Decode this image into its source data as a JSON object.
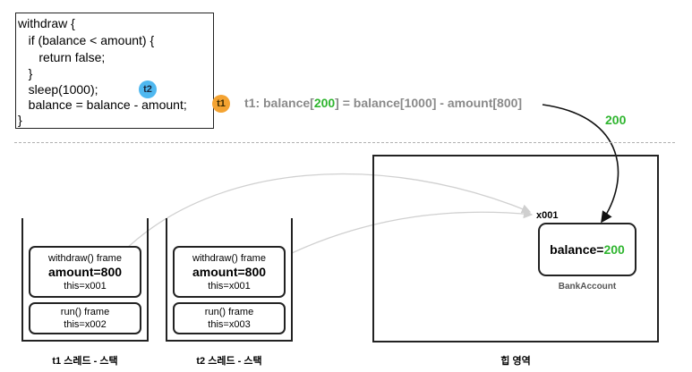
{
  "code": {
    "lines": [
      "withdraw {",
      "   if (balance < amount) {",
      "      return false;",
      "   }",
      "   sleep(1000);",
      "   balance = balance - amount;",
      "}"
    ]
  },
  "badges": {
    "t2": "t2",
    "t1": "t1"
  },
  "formula": {
    "prefix": "t1: balance[",
    "result": "200",
    "suffix": "] = balance[1000] - amount[800]"
  },
  "arrow_value": "200",
  "stacks": [
    {
      "label": "t1 스레드 - 스택",
      "withdraw_frame": {
        "title": "withdraw() frame",
        "amount": "amount=800",
        "this_ref": "this=x001"
      },
      "run_frame": {
        "title": "run() frame",
        "this_ref": "this=x002"
      }
    },
    {
      "label": "t2 스레드 - 스택",
      "withdraw_frame": {
        "title": "withdraw() frame",
        "amount": "amount=800",
        "this_ref": "this=x001"
      },
      "run_frame": {
        "title": "run() frame",
        "this_ref": "this=x003"
      }
    }
  ],
  "heap": {
    "label": "힙 영역",
    "address": "x001",
    "object": {
      "prefix": "balance=",
      "value": "200",
      "class_name": "BankAccount"
    }
  },
  "colors": {
    "green": "#2fb52f",
    "formula_gray": "#8a8a8a",
    "t1_badge": "#f4a331",
    "t2_badge": "#4fb8f0"
  }
}
